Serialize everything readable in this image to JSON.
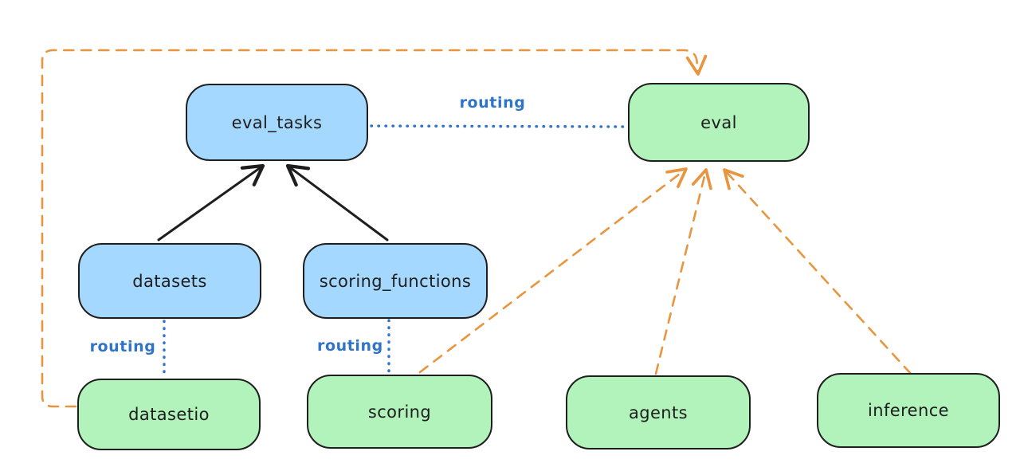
{
  "diagram": {
    "nodes": {
      "eval_tasks": {
        "label": "eval_tasks",
        "fill": "blue"
      },
      "eval": {
        "label": "eval",
        "fill": "green"
      },
      "datasets": {
        "label": "datasets",
        "fill": "blue"
      },
      "scoring_functions": {
        "label": "scoring_functions",
        "fill": "blue"
      },
      "datasetio": {
        "label": "datasetio",
        "fill": "green"
      },
      "scoring": {
        "label": "scoring",
        "fill": "green"
      },
      "agents": {
        "label": "agents",
        "fill": "green"
      },
      "inference": {
        "label": "inference",
        "fill": "green"
      }
    },
    "edges": [
      {
        "from": "datasets",
        "to": "eval_tasks",
        "style": "solid",
        "color": "black",
        "arrow": true
      },
      {
        "from": "scoring_functions",
        "to": "eval_tasks",
        "style": "solid",
        "color": "black",
        "arrow": true
      },
      {
        "from": "eval_tasks",
        "to": "eval",
        "style": "dotted",
        "color": "blue",
        "arrow": false,
        "label": "routing"
      },
      {
        "from": "datasets",
        "to": "datasetio",
        "style": "dotted",
        "color": "blue",
        "arrow": false,
        "label": "routing"
      },
      {
        "from": "scoring_functions",
        "to": "scoring",
        "style": "dotted",
        "color": "blue",
        "arrow": false,
        "label": "routing"
      },
      {
        "from": "datasetio",
        "to": "eval",
        "style": "dashed",
        "color": "orange",
        "arrow": true
      },
      {
        "from": "scoring",
        "to": "eval",
        "style": "dashed",
        "color": "orange",
        "arrow": true
      },
      {
        "from": "agents",
        "to": "eval",
        "style": "dashed",
        "color": "orange",
        "arrow": true
      },
      {
        "from": "inference",
        "to": "eval",
        "style": "dashed",
        "color": "orange",
        "arrow": true
      }
    ],
    "edge_labels": {
      "eval_tasks_eval": "routing",
      "datasets_datasetio": "routing",
      "scoring_functions_scoring": "routing"
    },
    "colors": {
      "blue_fill": "#a5d8ff",
      "green_fill": "#b2f2bb",
      "stroke": "#1e1e1e",
      "routing_blue": "#2f74c7",
      "orange": "#e9953f",
      "background": "#ffffff"
    }
  }
}
